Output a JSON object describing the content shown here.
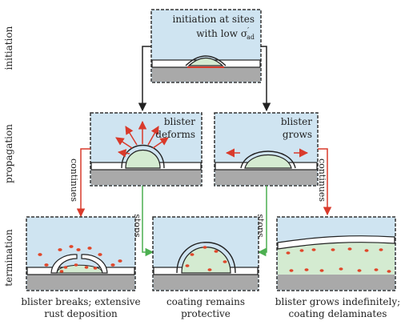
{
  "stages": {
    "initiation": "initiation",
    "propagation": "propagation",
    "termination": "termination"
  },
  "boxes": {
    "initiation": {
      "line1": "initiation at sites",
      "line2_prefix": "with low σ",
      "line2_sup": "′",
      "line2_sub": "ad"
    },
    "deforms": {
      "line1": "blister",
      "line2": "deforms"
    },
    "grows": {
      "line1": "blister",
      "line2": "grows"
    }
  },
  "arrows": {
    "continues_left": "continues",
    "stops_left": "stops",
    "stops_right": "stops",
    "continues_right": "continues"
  },
  "captions": {
    "breaks": {
      "line1": "blister breaks; extensive",
      "line2": "rust deposition"
    },
    "protective": {
      "line1": "coating remains",
      "line2": "protective"
    },
    "delaminates": {
      "line1": "blister grows indefinitely;",
      "line2": "coating delaminates"
    }
  },
  "colors": {
    "water": "#cfe4f1",
    "blister": "#d4ebd1",
    "substrate": "#a9a9a9",
    "coating": "#ffffff",
    "outline": "#222222",
    "arrow_black": "#222222",
    "arrow_red": "#d93a2b",
    "arrow_green": "#4caf50",
    "rust": "#e0472a"
  }
}
